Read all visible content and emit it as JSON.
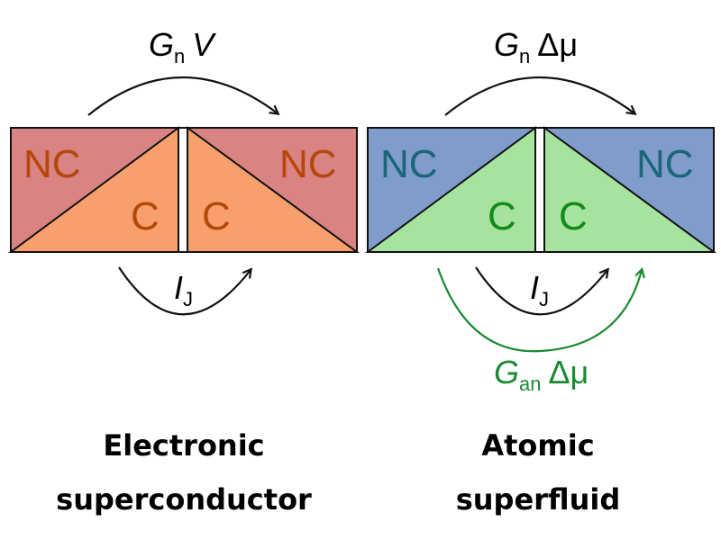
{
  "colors": {
    "electronic_nc_fill": "#d98383",
    "electronic_c_fill": "#f7a06e",
    "electronic_text": "#b5470a",
    "atomic_nc_fill": "#7f9ccb",
    "atomic_c_fill": "#a5e39e",
    "atomic_nc_text": "#1d6578",
    "atomic_c_text": "#138a1a",
    "arrow": "#111111",
    "green_arrow": "#1a8a32"
  },
  "left_panel": {
    "nc_left": "NC",
    "nc_right": "NC",
    "c_left": "C",
    "c_right": "C",
    "top_arrow": {
      "main": "G",
      "sub": "n",
      "rest": "V"
    },
    "bottom_arrow": {
      "main": "I",
      "sub": "J"
    },
    "caption_line1": "Electronic",
    "caption_line2": "superconductor"
  },
  "right_panel": {
    "nc_left": "NC",
    "nc_right": "NC",
    "c_left": "C",
    "c_right": "C",
    "top_arrow": {
      "main": "G",
      "sub": "n",
      "rest": "Δμ"
    },
    "bottom_arrow": {
      "main": "I",
      "sub": "J"
    },
    "green_arrow": {
      "main": "G",
      "sub": "an",
      "rest": "Δμ"
    },
    "caption_line1": "Atomic",
    "caption_line2": "superfluid"
  }
}
